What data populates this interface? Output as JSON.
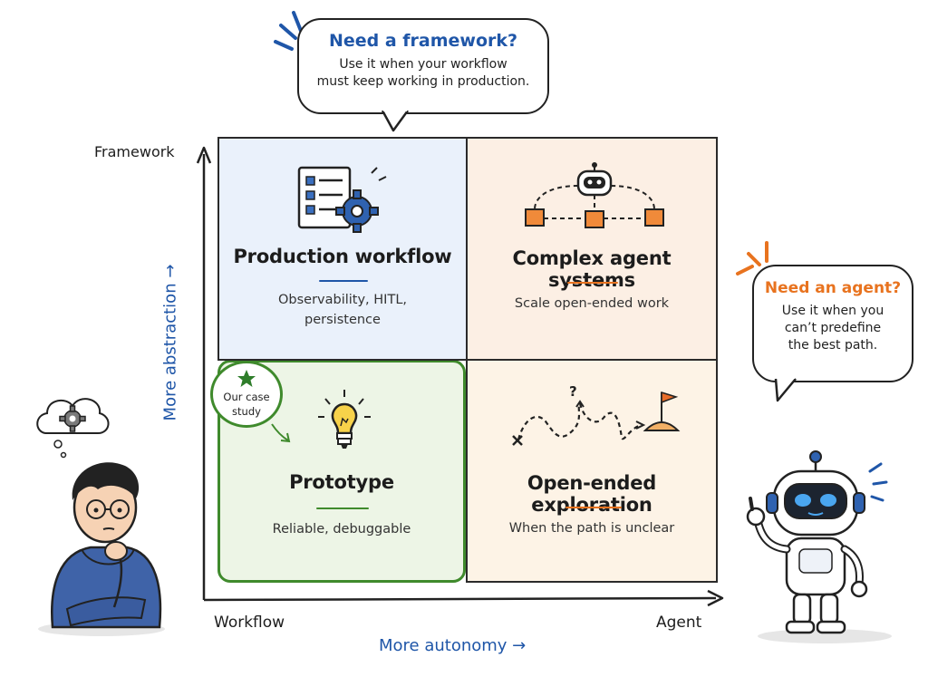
{
  "bubble_framework": {
    "title": "Need a framework?",
    "line1": "Use it when your workflow",
    "line2": "must keep working in production."
  },
  "bubble_agent": {
    "title": "Need an agent?",
    "line1": "Use it when you",
    "line2": "can’t predefine",
    "line3": "the best path."
  },
  "axes": {
    "y_top": "Framework",
    "y_hint": "More abstraction →",
    "x_left": "Workflow",
    "x_right": "Agent",
    "x_hint": "More autonomy →"
  },
  "quadrants": {
    "top_left": {
      "title": "Production workflow",
      "line1": "Observability, HITL,",
      "line2": "persistence"
    },
    "top_right": {
      "title": "Complex agent systems",
      "line1": "Scale open-ended work"
    },
    "bottom_left": {
      "title": "Prototype",
      "line1": "Reliable, debuggable"
    },
    "bottom_right": {
      "title": "Open-ended exploration",
      "line1": "When the path is unclear"
    }
  },
  "badge": {
    "line1": "Our case",
    "line2": "study"
  },
  "colors": {
    "blue_text": "#1f56a8",
    "orange_text": "#e8731f",
    "green": "#3f8a2c",
    "tl_bg": "#eaf1fb",
    "tr_bg": "#fcefe4",
    "bl_bg": "#edf5e6",
    "br_bg": "#fdf3e6"
  },
  "icons": [
    "checklist-gear-icon",
    "robot-network-icon",
    "lightbulb-icon",
    "winding-path-flag-icon",
    "star-icon",
    "gear-thought-icon"
  ]
}
